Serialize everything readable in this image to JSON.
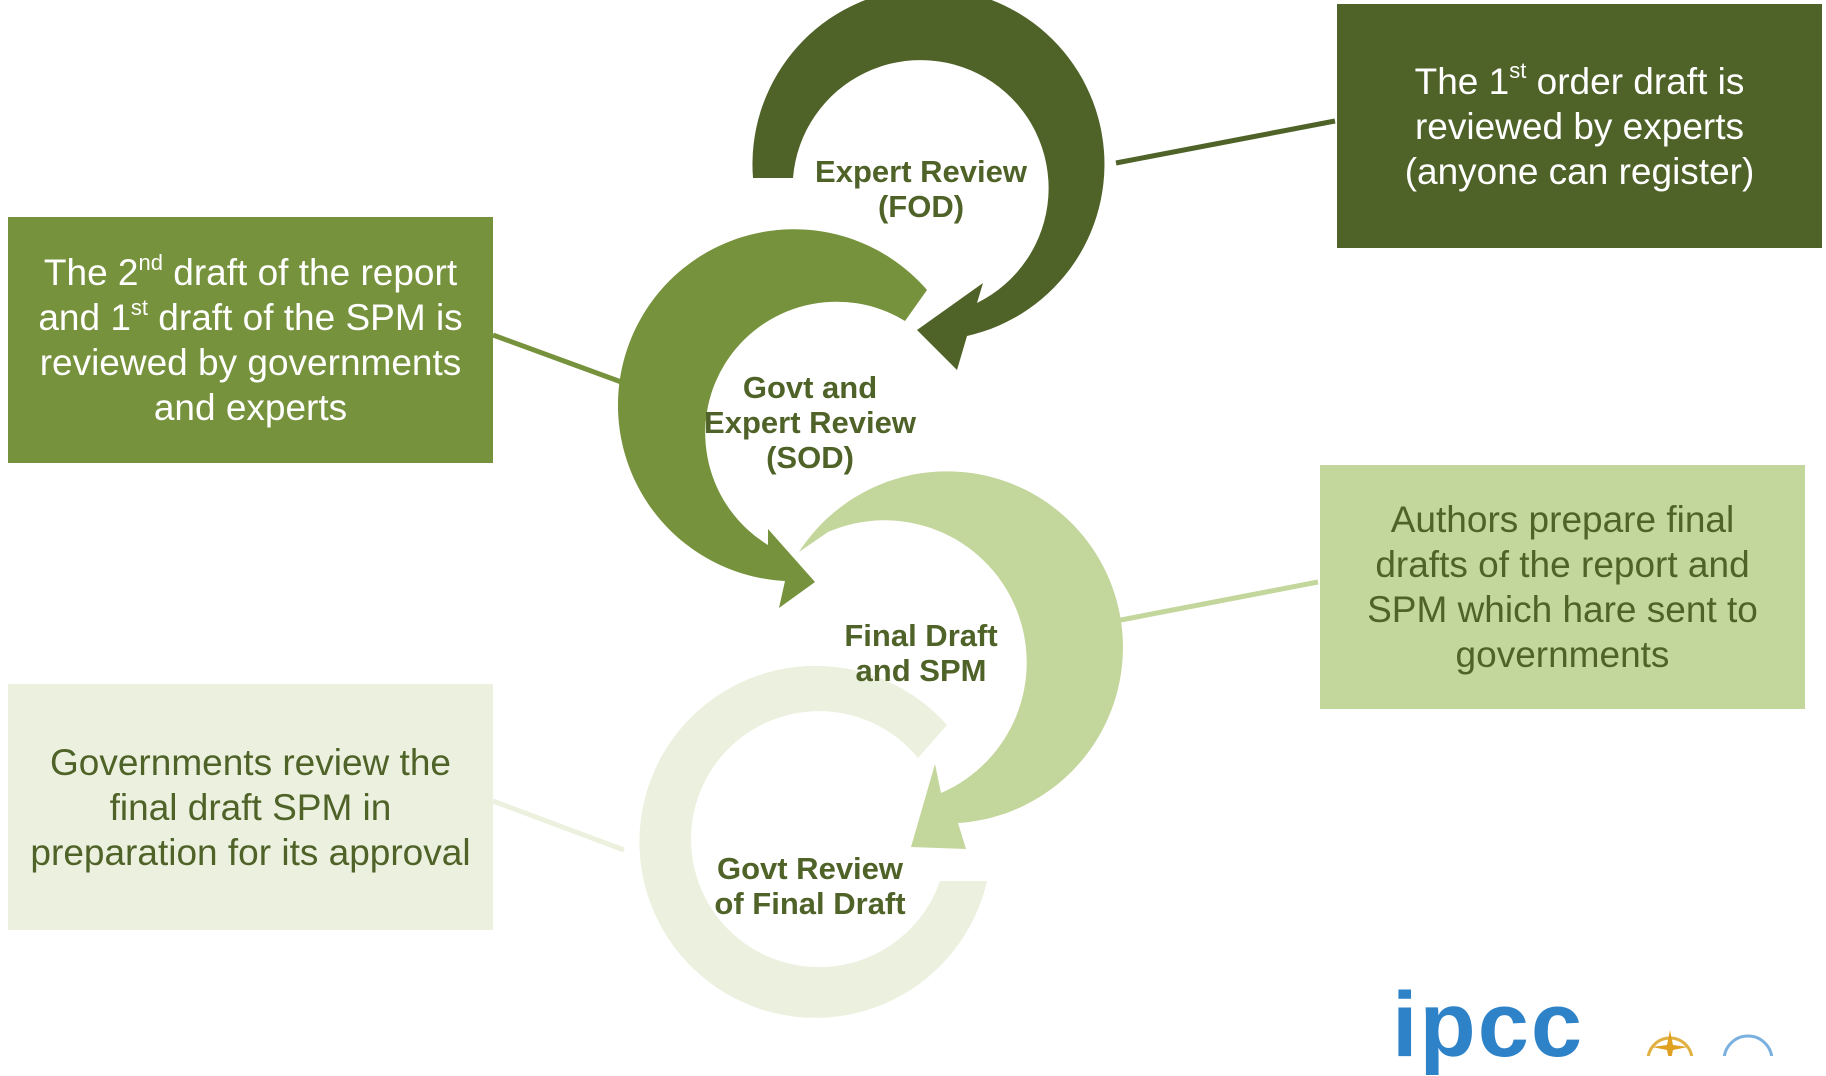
{
  "stages": [
    {
      "id": "fod",
      "title_line1": "Expert Review",
      "title_line2": "(FOD)",
      "title_line3": ""
    },
    {
      "id": "sod",
      "title_line1": "Govt and",
      "title_line2": "Expert Review",
      "title_line3": "(SOD)"
    },
    {
      "id": "final",
      "title_line1": "Final Draft",
      "title_line2": "and SPM",
      "title_line3": ""
    },
    {
      "id": "govt",
      "title_line1": "Govt Review",
      "title_line2": "of Final Draft",
      "title_line3": ""
    }
  ],
  "callouts": {
    "fod": {
      "pre": "The 1",
      "sup": "st",
      "post": " order draft is reviewed by experts (anyone can register)"
    },
    "sod": {
      "pre1": "The 2",
      "sup1": "nd",
      "mid": " draft of the report and 1",
      "sup2": "st",
      "post": " draft of the SPM is reviewed by governments and experts"
    },
    "final": {
      "text": "Authors prepare final drafts of the report and SPM which hare sent to governments"
    },
    "govt": {
      "text": "Governments review the final draft SPM in preparation for its approval"
    }
  },
  "logo": {
    "text": "ipcc"
  },
  "colors": {
    "fod": "#4f6228",
    "sod": "#76923c",
    "final": "#c3d69b",
    "govt": "#ebf1de",
    "label_text": "#4f6228",
    "logo": "#2d82c8"
  }
}
